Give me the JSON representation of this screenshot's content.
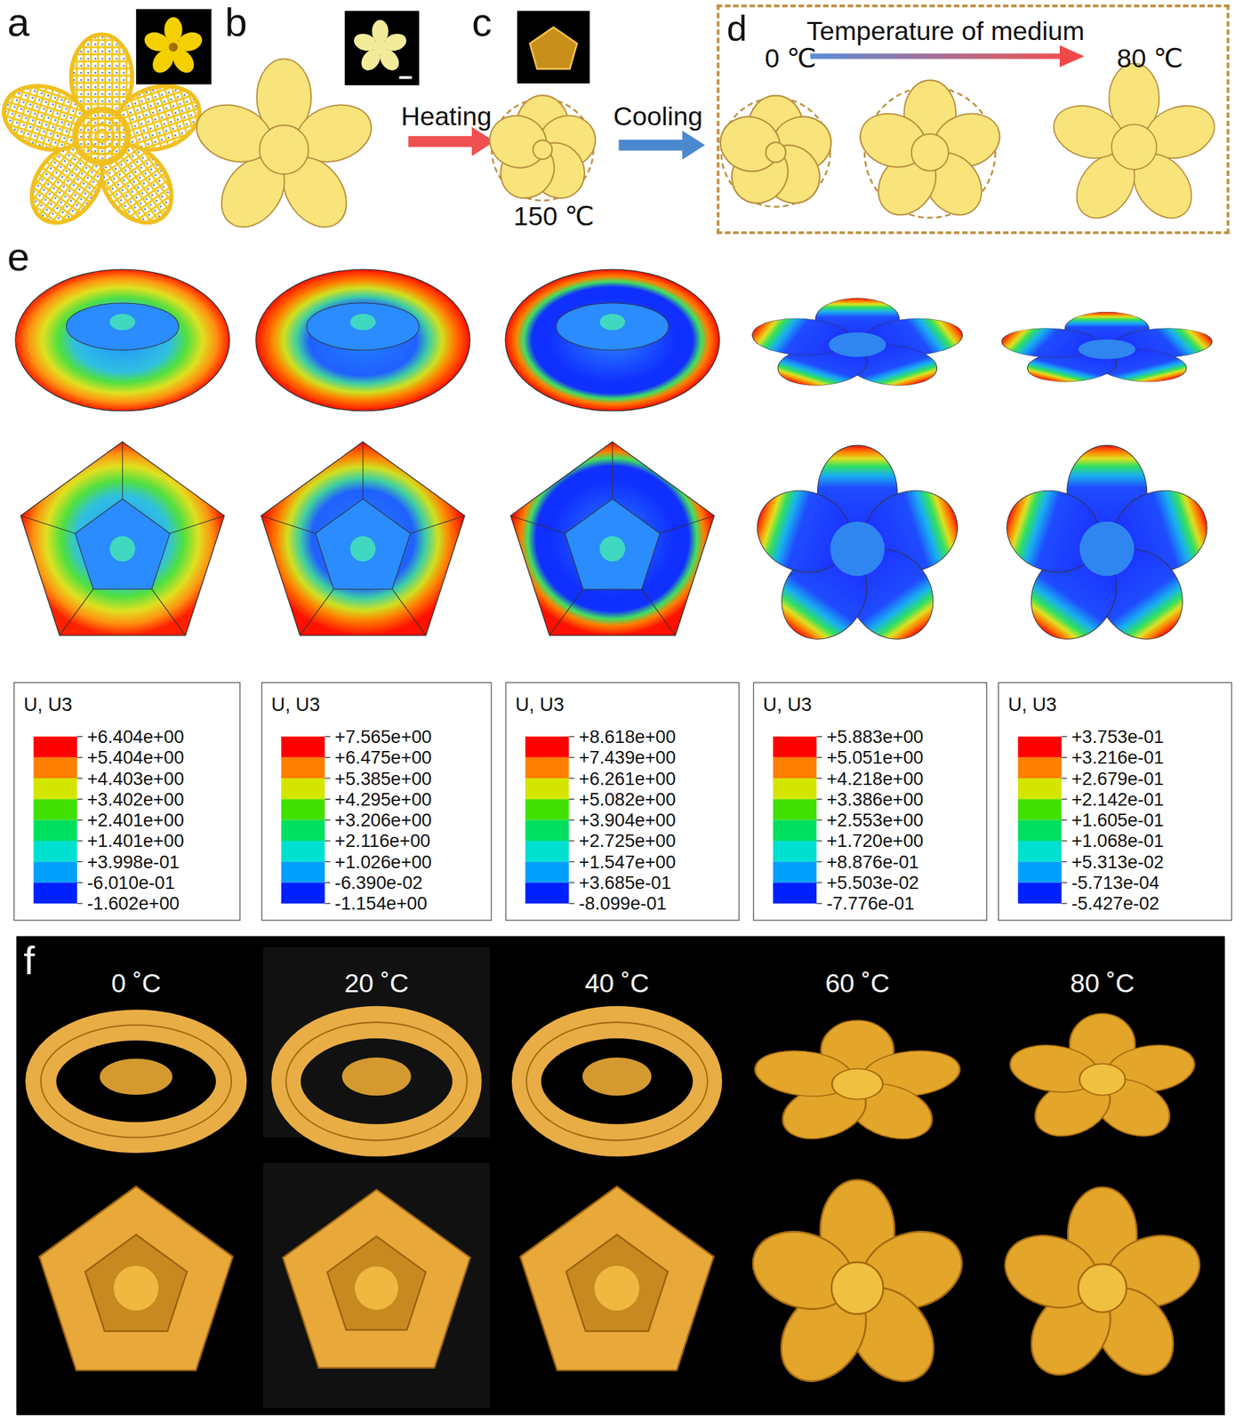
{
  "diagram": {
    "nodes": [
      {
        "text": [
          "d",
          "Temperature of medium",
          "0 ℃",
          "80 ℃"
        ]
      },
      {
        "text": [
          "U, U3",
          "+6.404e+00",
          "+5.404e+00",
          "+4.403e+00",
          "+3.402e+00",
          "+2.401e+00",
          "+1.401e+00",
          "+3.998e-01",
          "-6.010e-01",
          "-1.602e+00"
        ]
      },
      {
        "text": [
          "U, U3",
          "+7.565e+00",
          "+6.475e+00",
          "+5.385e+00",
          "+4.295e+00",
          "+3.206e+00",
          "+2.116e+00",
          "+1.026e+00",
          "-6.390e-02",
          "-1.154e+00"
        ]
      },
      {
        "text": [
          "U, U3",
          "+8.618e+00",
          "+7.439e+00",
          "+6.261e+00",
          "+5.082e+00",
          "+3.904e+00",
          "+2.725e+00",
          "+1.547e+00",
          "+3.685e-01",
          "-8.099e-01"
        ]
      },
      {
        "text": [
          "U, U3",
          "+5.883e+00",
          "+5.051e+00",
          "+4.218e+00",
          "+3.386e+00",
          "+2.553e+00",
          "+1.720e+00",
          "+8.876e-01",
          "+5.503e-02",
          "-7.776e-01"
        ]
      },
      {
        "text": [
          "U, U3",
          "+3.753e-01",
          "+3.216e-01",
          "+2.679e-01",
          "+2.142e-01",
          "+1.605e-01",
          "+1.068e-01",
          "+5.313e-02",
          "-5.713e-04",
          "-5.427e-02"
        ]
      },
      {
        "text": [
          "f",
          "0 ˚C",
          "20 ˚C",
          "40 ˚C",
          "60 ˚C",
          "80 ˚C"
        ]
      }
    ],
    "edges": [],
    "labels": [
      "a",
      "b",
      "Heating",
      "c",
      "Cooling",
      "150 ℃",
      "e"
    ]
  }
}
